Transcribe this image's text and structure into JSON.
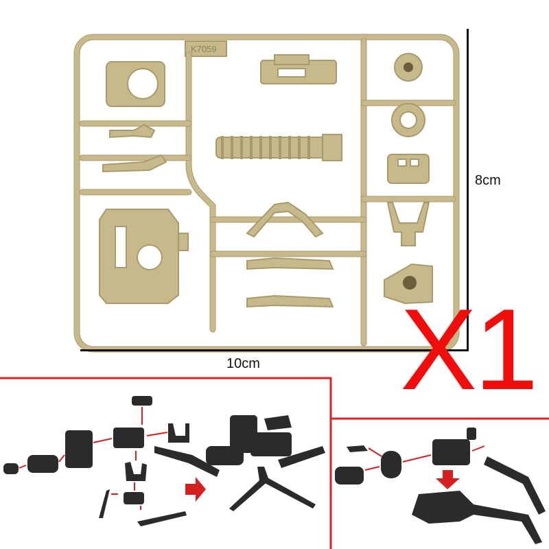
{
  "product": {
    "part_code": "K7059",
    "width_label": "10cm",
    "height_label": "8cm",
    "quantity_label": "X1"
  },
  "colors": {
    "sprue": "#c8b98a",
    "sprue_shadow": "#a89a6c",
    "dimension_lines": "#111111",
    "quantity_text": "#f20d0d",
    "divider_lines": "#e02020",
    "arrows": "#d42020",
    "assembled_parts": "#2b2b2b"
  },
  "icons": [
    "gatling-gun-icon",
    "machine-gun-icon",
    "ammo-belt-icon",
    "tripod-icon",
    "arrow-right-icon",
    "arrow-down-icon"
  ]
}
